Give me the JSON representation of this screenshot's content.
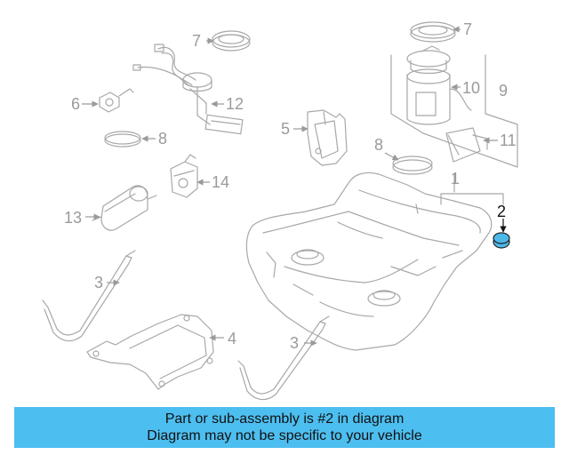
{
  "callouts": {
    "c7a": "7",
    "c7b": "7",
    "c6": "6",
    "c12": "12",
    "c10": "10",
    "c9": "9",
    "c5": "5",
    "c8a": "8",
    "c8b": "8",
    "c11": "11",
    "c14": "14",
    "c1": "1",
    "c2": "2",
    "c13": "13",
    "c3a": "3",
    "c3b": "3",
    "c4": "4"
  },
  "highlight": {
    "part_number": "2",
    "color": "#4db8e8"
  },
  "banner": {
    "line1": "Part or sub-assembly is #2 in diagram",
    "line2": "Diagram may not be specific to your vehicle",
    "background": "#4dbef0"
  }
}
